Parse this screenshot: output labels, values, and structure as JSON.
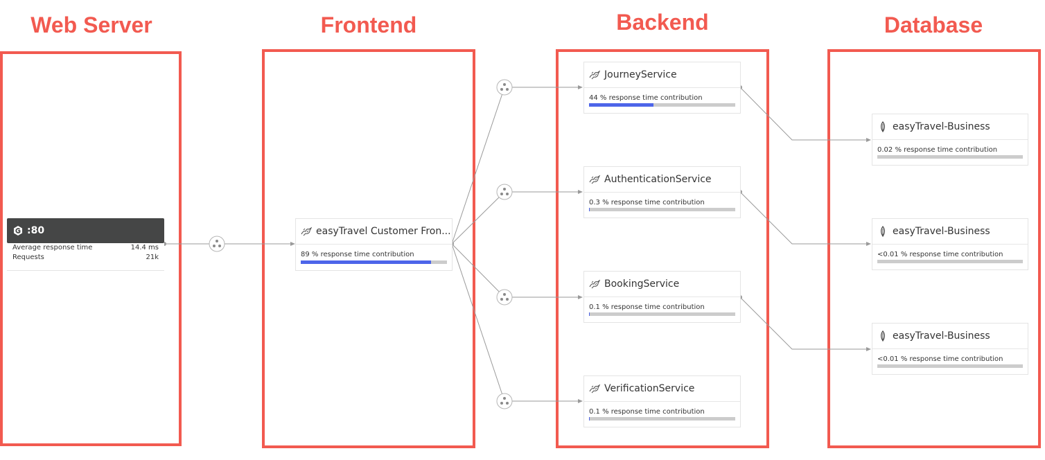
{
  "tiers": {
    "web_server": "Web Server",
    "frontend": "Frontend",
    "backend": "Backend",
    "database": "Database"
  },
  "web_server": {
    "title": ":80",
    "icon": "nginx-hexagon-icon",
    "metrics": [
      {
        "label": "Average response time",
        "value": "14.4 ms"
      },
      {
        "label": "Requests",
        "value": "21k"
      }
    ]
  },
  "frontend": {
    "name": "easyTravel Customer Fron...",
    "icon": "service-tiger-icon",
    "contribution_text": "89 % response time contribution",
    "contribution": 0.89
  },
  "backend": [
    {
      "name": "JourneyService",
      "icon": "service-tiger-icon",
      "contribution_text": "44 % response time contribution",
      "contribution": 0.44
    },
    {
      "name": "AuthenticationService",
      "icon": "service-tiger-icon",
      "contribution_text": "0.3 % response time contribution",
      "contribution": 0.003
    },
    {
      "name": "BookingService",
      "icon": "service-tiger-icon",
      "contribution_text": "0.1 % response time contribution",
      "contribution": 0.001
    },
    {
      "name": "VerificationService",
      "icon": "service-tiger-icon",
      "contribution_text": "0.1 % response time contribution",
      "contribution": 0.001
    }
  ],
  "database": [
    {
      "name": "easyTravel-Business",
      "icon": "mongodb-leaf-icon",
      "contribution_text": "0.02 % response time contribution",
      "contribution": 0.0002
    },
    {
      "name": "easyTravel-Business",
      "icon": "mongodb-leaf-icon",
      "contribution_text": "<0.01 % response time contribution",
      "contribution": 0.0
    },
    {
      "name": "easyTravel-Business",
      "icon": "mongodb-leaf-icon",
      "contribution_text": "<0.01 % response time contribution",
      "contribution": 0.0
    }
  ],
  "colors": {
    "tier_accent": "#f25a50",
    "bar_fill": "#4d65e9",
    "bar_track": "#cccccc",
    "web_server_header": "#454646"
  }
}
